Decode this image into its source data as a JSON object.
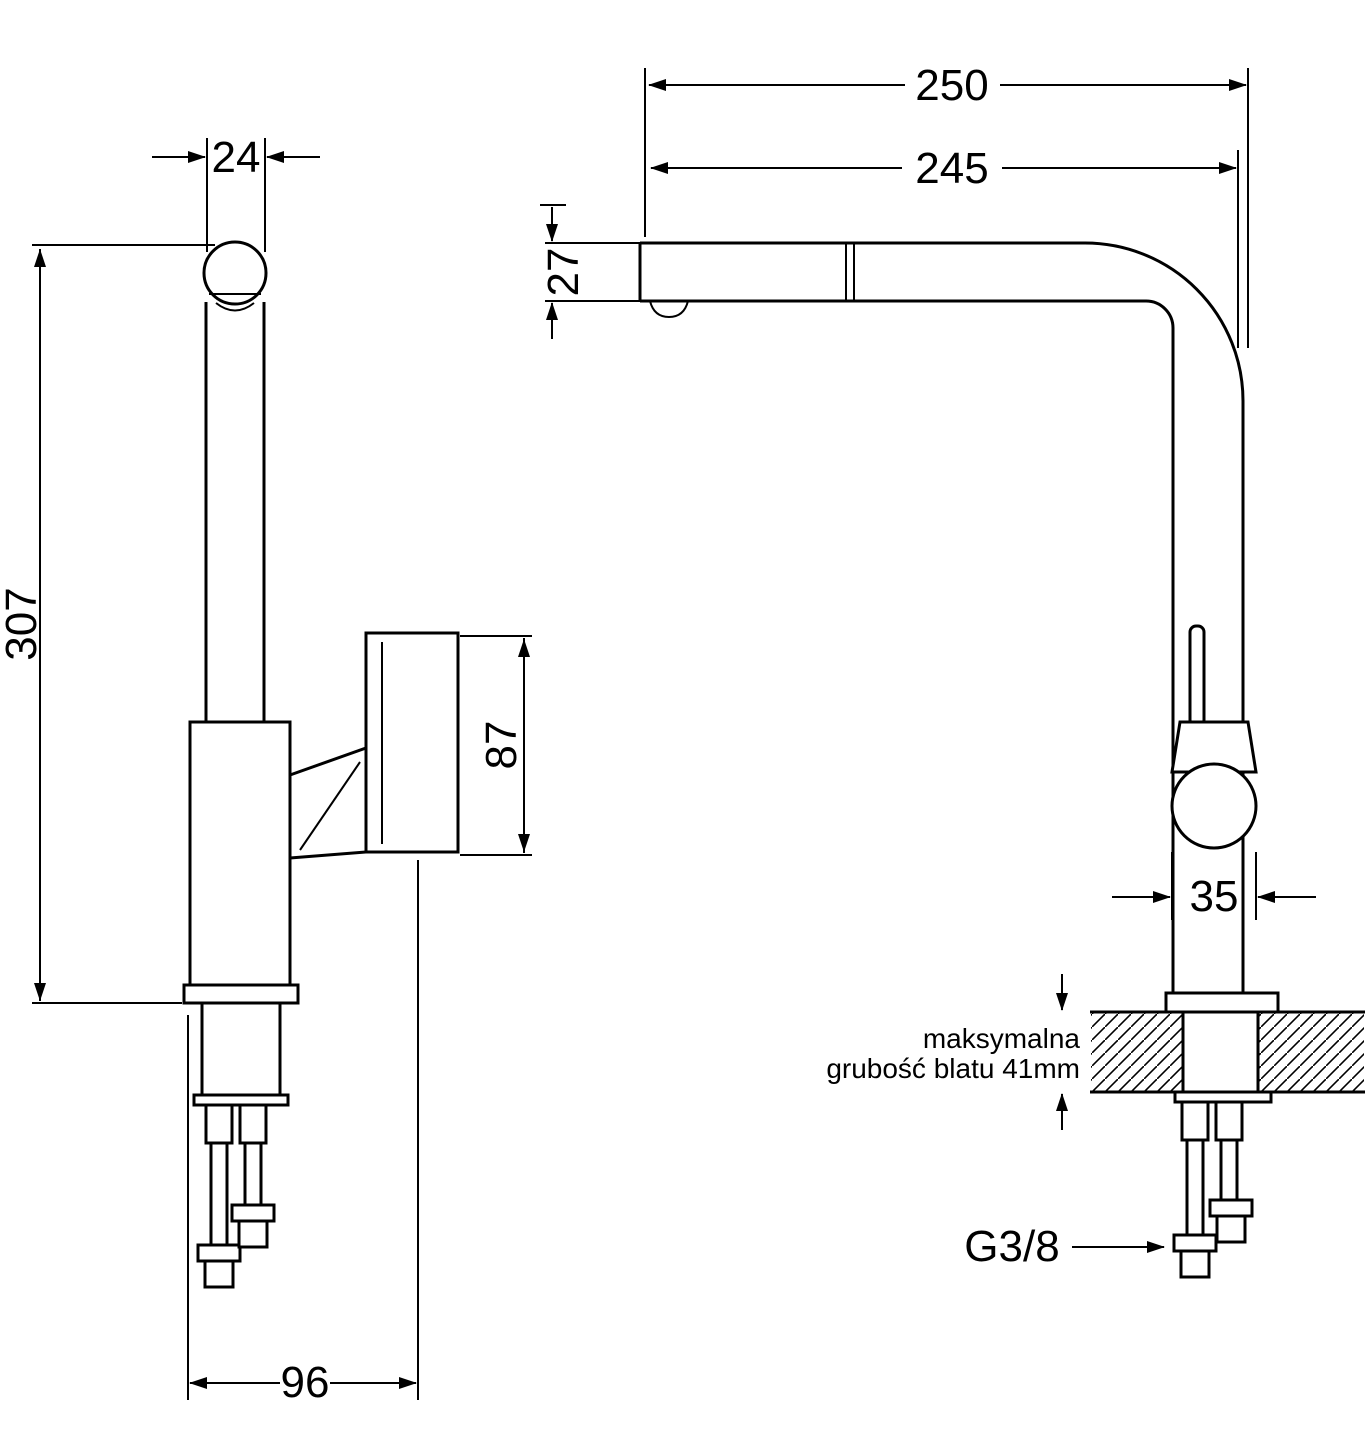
{
  "diagram": {
    "colors": {
      "line": "#000000",
      "background": "#ffffff"
    },
    "dimensions": {
      "spout_pipe_width": "24",
      "total_height": "307",
      "handle_height": "87",
      "base_depth": "96",
      "total_reach": "250",
      "spout_reach": "245",
      "spout_height": "27",
      "body_diameter": "35"
    },
    "annotations": {
      "thread_size": "G3/8",
      "counter_note_line1": "maksymalna",
      "counter_note_line2": "grubość blatu 41mm"
    }
  }
}
